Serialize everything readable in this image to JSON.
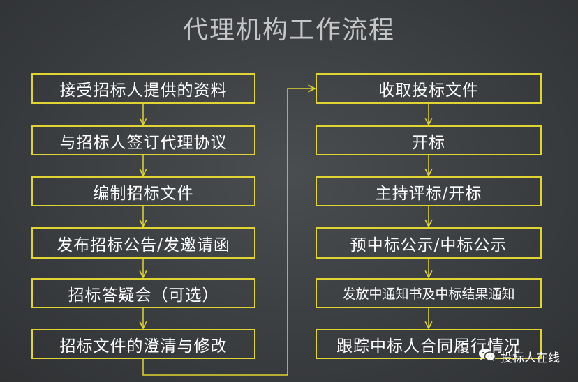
{
  "title": "代理机构工作流程",
  "left_steps": [
    "接受招标人提供的资料",
    "与招标人签订代理协议",
    "编制招标文件",
    "发布招标公告/发邀请函",
    "招标答疑会（可选）",
    "招标文件的澄清与修改"
  ],
  "right_steps": [
    "收取投标文件",
    "开标",
    "主持评标/开标",
    "预中标公示/中标公示",
    "发放中通知书及中标结果通知",
    "跟踪中标人合同履行情况"
  ],
  "watermark": {
    "icon": "wechat-icon",
    "text": "投标人在线"
  },
  "colors": {
    "box_border": "#e0d432",
    "arrow": "#e0d432",
    "title": "#c6c6c6",
    "text": "#ffffff"
  }
}
